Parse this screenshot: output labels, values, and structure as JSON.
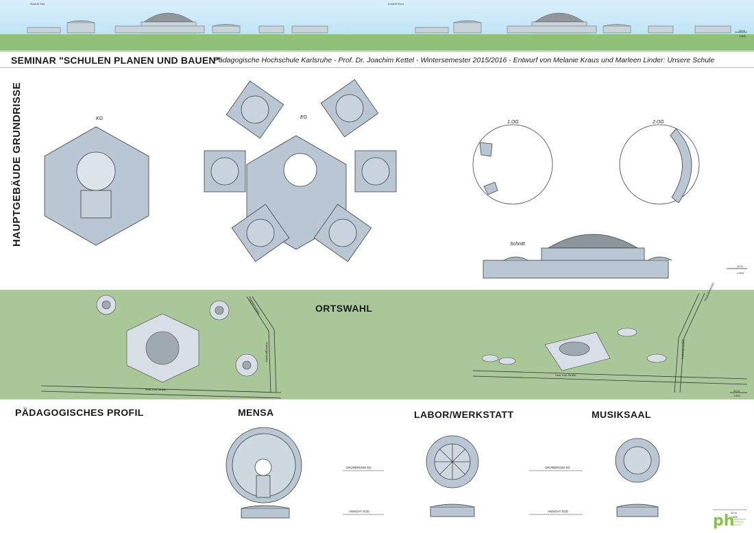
{
  "top_strip": {
    "left_label": "Ansicht Süd",
    "right_label": "Ansicht Nord",
    "scale": "10 m",
    "scale_ratio": "1:500"
  },
  "title": {
    "main": "SEMINAR \"SCHULEN PLANEN UND BAUEN\"",
    "sub": "Pädagogische Hochschule Karlsruhe   -   Prof. Dr. Joachim Kettel   -   Wintersemester 2015/2016   -   Entwurf von Melanie Kraus und Marleen Linder: Unsere Schule"
  },
  "plans": {
    "heading": "HAUPTGEBÄUDE GRUNDRISSE",
    "kg": "KG",
    "eg": "EG",
    "og1": "1.OG",
    "og2": "2.OG",
    "schnitt": "Schnitt",
    "scale": "10 m",
    "scale_ratio": "1:500"
  },
  "map": {
    "title": "ORTSWAHL",
    "street_ny_left": "New-York-Straße",
    "street_ny_right": "New-York-Straße",
    "street_hi_left": "Flughafenstraße",
    "street_er_left": "Erzbergerstraße",
    "street_hi_right": "Flughafenstraße",
    "street_er_right": "Erzbergerstraße",
    "scale": "10 m",
    "scale_ratio": "1:500"
  },
  "profil": {
    "title": "PÄDAGOGISCHES PROFIL"
  },
  "mensa": {
    "title": "MENSA",
    "grundriss": "GRUNDRISSE EG",
    "ansicht": "ANSICHT SÜD"
  },
  "labor": {
    "title": "LABOR/WERKSTATT",
    "grundriss": "GRUNDRISSE EG",
    "ansicht": "ANSICHT SÜD"
  },
  "musik": {
    "title": "MUSIKSAAL"
  },
  "footer": {
    "scale": "10 m",
    "scale_ratio": "1:500",
    "logo": "ph",
    "logo_sub": "Pädagogische Hochschule Karlsruhe"
  },
  "colors": {
    "sky": "#cfe9f7",
    "grass": "#8fbf78",
    "map_bg": "#aac79a",
    "plan_fill": "#b9c6d3",
    "plan_stroke": "#4a4a4a",
    "logo_green": "#88c24a"
  }
}
